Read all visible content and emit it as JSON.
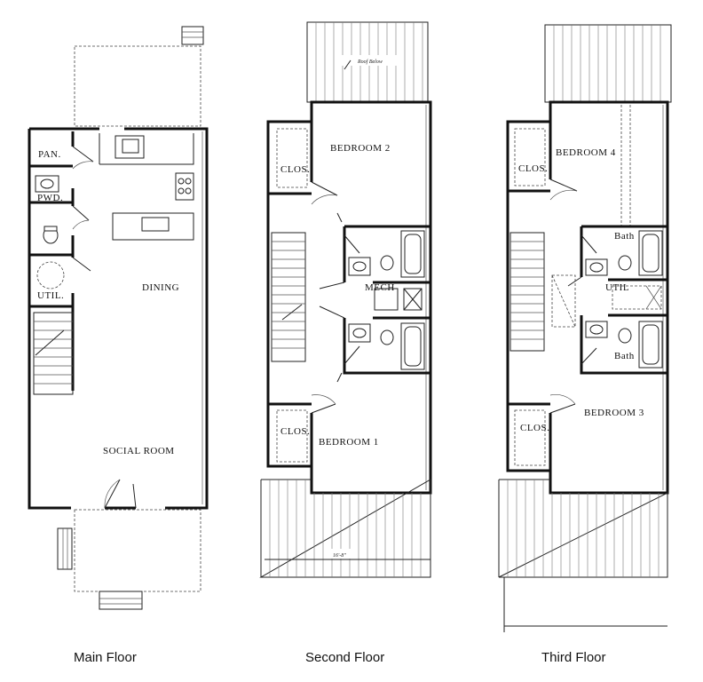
{
  "floors": {
    "main": {
      "caption": "Main Floor",
      "rooms": {
        "pan": "PAN.",
        "pwd": "PWD.",
        "util": "UTIL.",
        "dining": "DINING",
        "social": "SOCIAL ROOM"
      }
    },
    "second": {
      "caption": "Second Floor",
      "roof_note": "Roof Below",
      "dimension": "16'-8\"",
      "rooms": {
        "bedroom2": "BEDROOM 2",
        "clos_top": "CLOS.",
        "mech": "MECH",
        "clos_bottom": "CLOS.",
        "bedroom1": "BEDROOM 1"
      }
    },
    "third": {
      "caption": "Third Floor",
      "rooms": {
        "clos_top": "CLOS.",
        "bedroom4": "BEDROOM 4",
        "bath_top": "Bath",
        "util": "UTIL",
        "bath_bottom": "Bath",
        "clos_bottom": "CLOS.",
        "bedroom3": "BEDROOM 3"
      }
    }
  }
}
